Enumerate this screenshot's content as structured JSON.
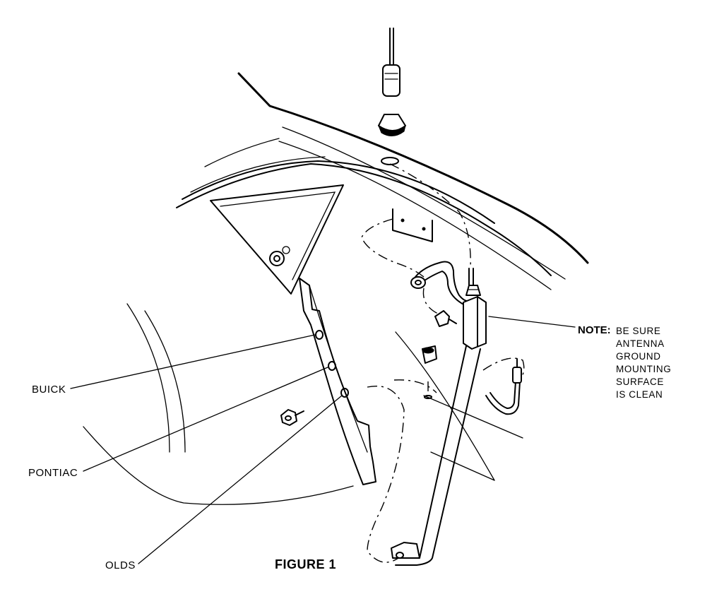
{
  "diagram": {
    "labels": {
      "buick": "BUICK",
      "pontiac": "PONTIAC",
      "olds": "OLDS"
    },
    "note": {
      "key": "NOTE:",
      "lines": [
        "BE SURE",
        "ANTENNA",
        "GROUND",
        "MOUNTING",
        "SURFACE",
        "IS CLEAN"
      ]
    },
    "caption": "FIGURE 1"
  }
}
